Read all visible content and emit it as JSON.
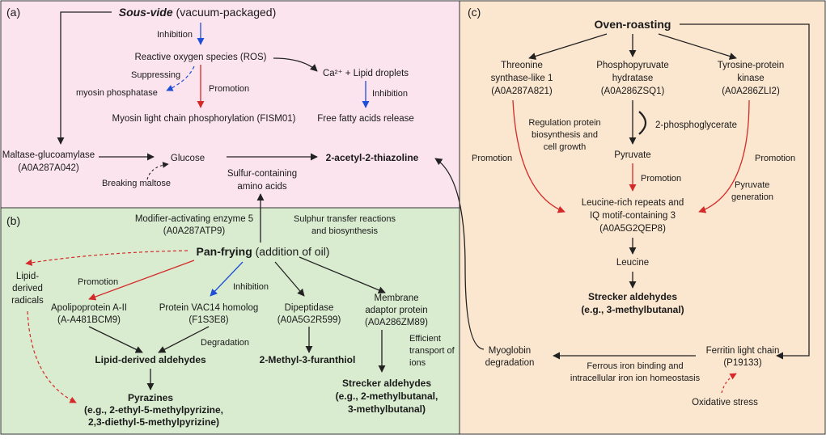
{
  "colors": {
    "panel_a": "#fce4ef",
    "panel_b": "#d9ecd0",
    "panel_c": "#fbe6cf",
    "black": "#222222",
    "blue": "#1f4fd6",
    "red": "#d42a2a",
    "green": "#3a9a2f",
    "magenta": "#c0198e"
  },
  "panel_a": {
    "label": "(a)",
    "title_bold": "Sous-vide",
    "title_rest": " (vacuum-packaged)",
    "inhibition_1": "Inhibition",
    "ros": "Reactive oxygen species (ROS)",
    "ca_lipid": "Ca²⁺ + Lipid droplets",
    "suppressing": "Suppressing",
    "myosin_phosphatase": "myosin phosphatase",
    "promotion": "Promotion",
    "inhibition_2": "Inhibition",
    "myosin_lc": "Myosin light chain phosphorylation (FISM01)",
    "ffa_release": "Free fatty acids release",
    "maltase_1": "Maltase-glucoamylase",
    "maltase_2": "(A0A287A042)",
    "glucose": "Glucose",
    "breaking_maltose": "Breaking maltose",
    "sulfur_1": "Sulfur-containing",
    "sulfur_2": "amino acids",
    "thiazoline": "2-acetyl-2-thiazoline"
  },
  "panel_b": {
    "label": "(b)",
    "modifier_1": "Modifier-activating enzyme 5",
    "modifier_2": "(A0A287ATP9)",
    "sulphur_1": "Sulphur transfer reactions",
    "sulphur_2": "and biosynthesis",
    "title_bold": "Pan-frying",
    "title_rest": " (addition of oil)",
    "lipid_radicals_1": "Lipid-",
    "lipid_radicals_2": "derived",
    "lipid_radicals_3": "radicals",
    "promotion": "Promotion",
    "inhibition": "Inhibition",
    "apo_1": "Apolipoprotein A-II",
    "apo_2": "(A-A481BCM9)",
    "vac14_1": "Protein VAC14 homolog",
    "vac14_2": "(F1S3E8)",
    "dipep_1": "Dipeptidase",
    "dipep_2": "(A0A5G2R599)",
    "membrane_1": "Membrane",
    "membrane_2": "adaptor protein",
    "membrane_3": "(A0A286ZM89)",
    "degradation": "Degradation",
    "efficient_1": "Efficient",
    "efficient_2": "transport of",
    "efficient_3": "ions",
    "lipid_aldehydes": "Lipid-derived aldehydes",
    "furanthiol": "2-Methyl-3-furanthiol",
    "pyrazines": "Pyrazines",
    "pyrazines_eg_1": "(e.g.,  2-ethyl-5-methylpyrizine,",
    "pyrazines_eg_2": "2,3-diethyl-5-methylpyrizine)",
    "strecker_1": "Strecker aldehydes",
    "strecker_2": "(e.g., 2-methylbutanal,",
    "strecker_3": "3-methylbutanal)"
  },
  "panel_c": {
    "label": "(c)",
    "title": "Oven-roasting",
    "threonine_1": "Threonine",
    "threonine_2": "synthase-like 1",
    "threonine_3": "(A0A287A821)",
    "phospho_1": "Phosphopyruvate",
    "phospho_2": "hydratase",
    "phospho_3": "(A0A286ZSQ1)",
    "tyrosine_1": "Tyrosine-protein",
    "tyrosine_2": "kinase",
    "tyrosine_3": "(A0A286ZLI2)",
    "regulation_1": "Regulation protein",
    "regulation_2": "biosynthesis and",
    "regulation_3": "cell growth",
    "pg": "2-phosphoglycerate",
    "promotion_left": "Promotion",
    "promotion_right": "Promotion",
    "pyruvate": "Pyruvate",
    "promotion_mid": "Promotion",
    "pyruvate_gen_1": "Pyruvate",
    "pyruvate_gen_2": "generation",
    "leucine_rich_1": "Leucine-rich repeats and",
    "leucine_rich_2": "IQ motif-containing 3",
    "leucine_rich_3": "(A0A5G2QEP8)",
    "leucine": "Leucine",
    "strecker_1": "Strecker aldehydes",
    "strecker_2": "(e.g., 3-methylbutanal)",
    "myoglobin_1": "Myoglobin",
    "myoglobin_2": "degradation",
    "ferritin_1": "Ferritin light chain",
    "ferritin_2": "(P19133)",
    "ferrous_1": "Ferrous iron binding and",
    "ferrous_2": "intracellular iron ion homeostasis",
    "oxidative": "Oxidative stress"
  }
}
